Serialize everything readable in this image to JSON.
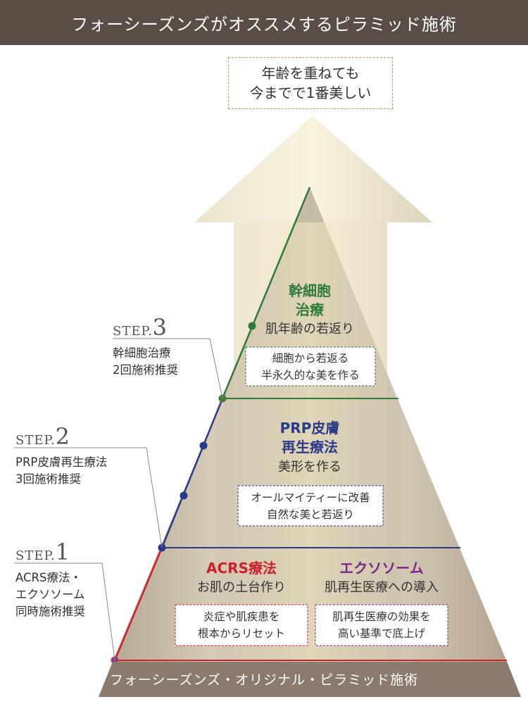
{
  "header": {
    "title": "フォーシーズンズがオススメするピラミッド施術"
  },
  "goal": {
    "line1": "年齢を重ねても",
    "line2": "今までで1番美しい"
  },
  "tier3": {
    "title_line1": "幹細胞",
    "title_line2": "治療",
    "subtitle": "肌年齢の若返り",
    "box_line1": "細胞から若返る",
    "box_line2": "半永久的な美を作る"
  },
  "tier2": {
    "title_line1": "PRP皮膚",
    "title_line2": "再生療法",
    "subtitle": "美形を作る",
    "box_line1": "オールマイティーに改善",
    "box_line2": "自然な美と若返り"
  },
  "tier1_left": {
    "title": "ACRS療法",
    "subtitle": "お肌の土台作り",
    "box_line1": "炎症や肌疾患を",
    "box_line2": "根本からリセット"
  },
  "tier1_right": {
    "title": "エクソソーム",
    "subtitle": "肌再生医療への導入",
    "box_line1": "肌再生医療の効果を",
    "box_line2": "高い基準で底上げ"
  },
  "steps": [
    {
      "label": "STEP.",
      "number": "3",
      "desc_line1": "幹細胞治療",
      "desc_line2": "2回施術推奨",
      "desc_line3": ""
    },
    {
      "label": "STEP.",
      "number": "2",
      "desc_line1": "PRP皮膚再生療法",
      "desc_line2": "3回施術推奨",
      "desc_line3": ""
    },
    {
      "label": "STEP.",
      "number": "1",
      "desc_line1": "ACRS療法・",
      "desc_line2": "エクソソーム",
      "desc_line3": "同時施術推奨"
    }
  ],
  "footer": {
    "text": "フォーシーズンズ・オリジナル・ピラミッド施術"
  },
  "colors": {
    "header_bg": "#5a4d45",
    "step3_green": "#2e7a3a",
    "step2_navy": "#2a3a8a",
    "step1_red": "#cc1f2a",
    "exosome_purple": "#7a2a8a",
    "gold_border": "#b39d5f",
    "pyramid_fill": "#c9bba8",
    "footer_bg": "#8a7b6e"
  }
}
